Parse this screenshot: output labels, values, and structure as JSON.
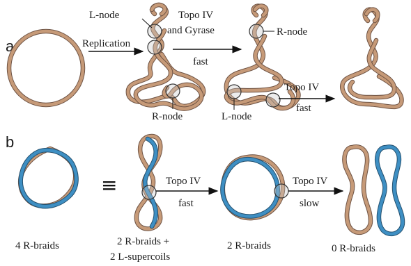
{
  "panel_a": {
    "letter": "a",
    "replication": "Replication",
    "l_node_top": "L-node",
    "topo_gyrase_line1": "Topo IV",
    "topo_gyrase_line2": "and Gyrase",
    "fast_1": "fast",
    "r_node_top": "R-node",
    "r_node_bottom": "R-node",
    "l_node_bottom": "L-node",
    "topo_iv_2": "Topo IV",
    "fast_2": "fast"
  },
  "panel_b": {
    "letter": "b",
    "equiv": "≡",
    "topo_iv_1": "Topo IV",
    "fast": "fast",
    "topo_iv_2": "Topo IV",
    "slow": "slow",
    "caption_1": "4 R-braids",
    "caption_2_line1": "2 R-braids +",
    "caption_2_line2": "2 L-supercoils",
    "caption_3": "2 R-braids",
    "caption_4": "0 R-braids"
  },
  "colors": {
    "strand_a": "#c69a78",
    "strand_b": "#3e8fc3",
    "node": "#c8c8c8"
  }
}
